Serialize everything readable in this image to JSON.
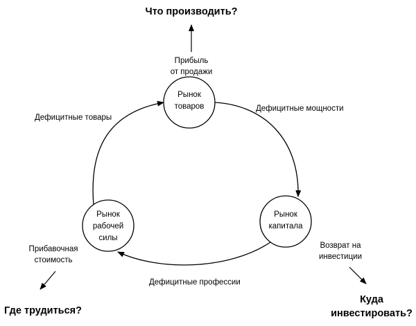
{
  "nodes": {
    "goods_market": {
      "lines": [
        "Рынок",
        "товаров"
      ]
    },
    "capital_market": {
      "lines": [
        "Рынок",
        "капитала"
      ]
    },
    "labor_market": {
      "lines": [
        "Рынок",
        "рабочей",
        "силы"
      ]
    }
  },
  "edges": {
    "goods_to_capital": "Дефицитные мощности",
    "capital_to_labor": "Дефицитные профессии",
    "labor_to_goods": "Дефицитные товары"
  },
  "outputs": {
    "profit": {
      "lines": [
        "Прибыль",
        "от продажи"
      ]
    },
    "return": {
      "lines": [
        "Возврат на",
        "инвестиции"
      ]
    },
    "surplus": {
      "lines": [
        "Прибавочная",
        "стоимость"
      ]
    }
  },
  "questions": {
    "what_to_produce": "Что производить?",
    "where_to_invest": [
      "Куда",
      "инвестировать?"
    ],
    "where_to_work": "Где трудиться?"
  }
}
